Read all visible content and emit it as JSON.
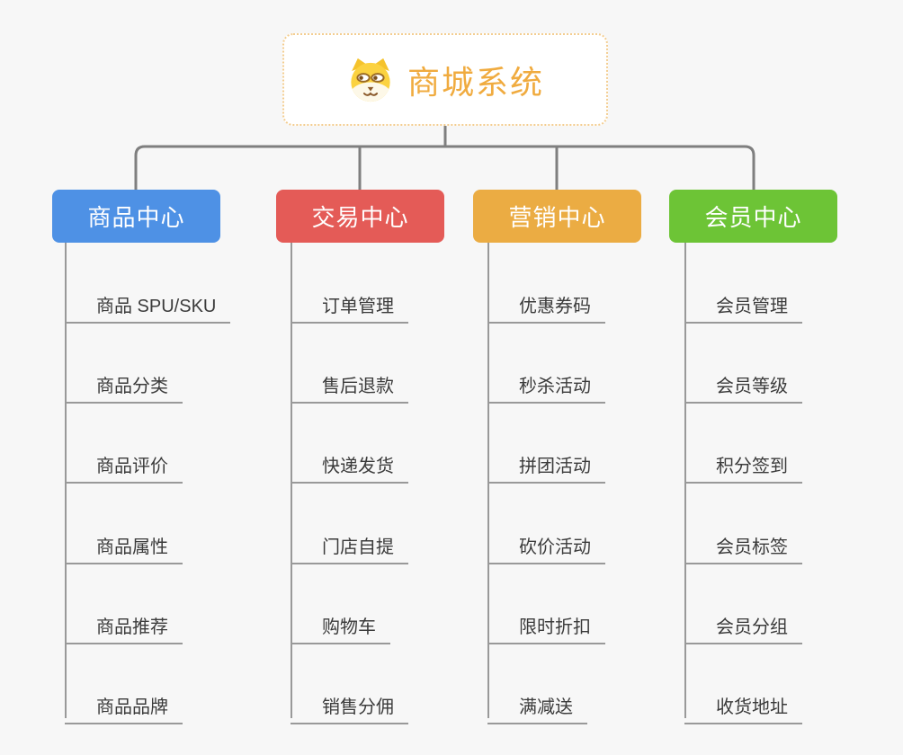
{
  "page": {
    "background": "#F7F7F7",
    "connector_color": "#7F7F7F",
    "leaf_line_color": "#999999"
  },
  "root": {
    "title": "商城系统",
    "title_color": "#F0AB3F",
    "border_color": "#F3CD90",
    "icon": "dog-face-icon"
  },
  "branches": [
    {
      "label": "商品中心",
      "color": "#4E91E5",
      "items": [
        "商品 SPU/SKU",
        "商品分类",
        "商品评价",
        "商品属性",
        "商品推荐",
        "商品品牌"
      ]
    },
    {
      "label": "交易中心",
      "color": "#E45B57",
      "items": [
        "订单管理",
        "售后退款",
        "快递发货",
        "门店自提",
        "购物车",
        "销售分佣"
      ]
    },
    {
      "label": "营销中心",
      "color": "#EBAC43",
      "items": [
        "优惠券码",
        "秒杀活动",
        "拼团活动",
        "砍价活动",
        "限时折扣",
        "满减送"
      ]
    },
    {
      "label": "会员中心",
      "color": "#6DC436",
      "items": [
        "会员管理",
        "会员等级",
        "积分签到",
        "会员标签",
        "会员分组",
        "收货地址"
      ]
    }
  ]
}
